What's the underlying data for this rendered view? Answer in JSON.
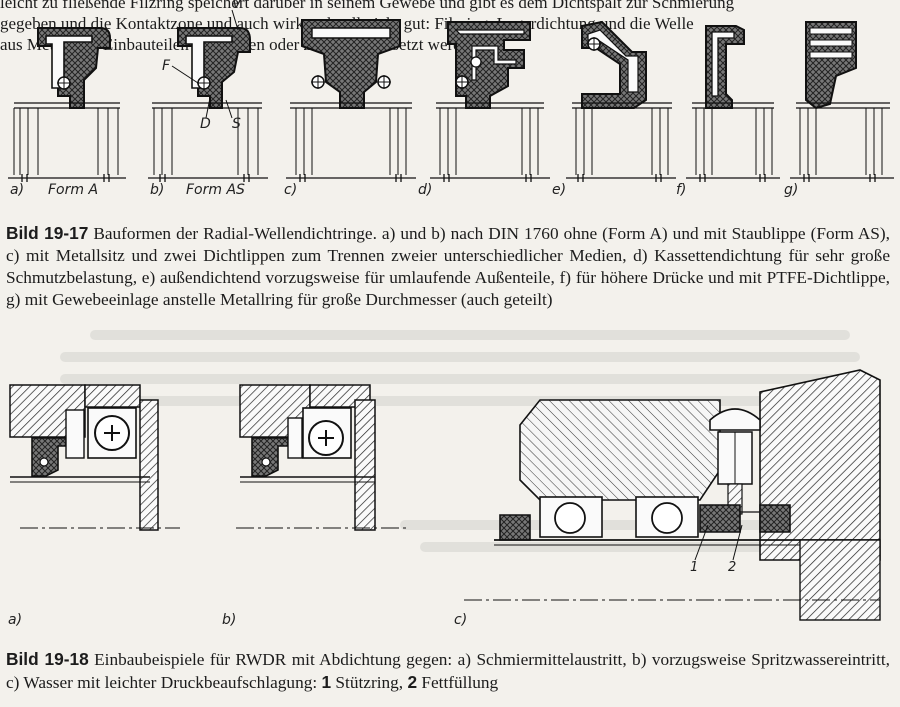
{
  "top_text": {
    "lines": [
      "leicht zu fließende Filzring speichert darüber in seinem Gewebe und gibt es dem Dichtspalt zur Schmierung",
      "gegeben und die Kontaktzone und auch wirkt schnell nicht gut: Filzring, Lagerdichtung und die Welle",
      "aus Metallring Einbauteilen vermieden oder zusammengesetzt werden"
    ]
  },
  "figure_19_17": {
    "parts": [
      {
        "letter": "a)",
        "form": "Form A"
      },
      {
        "letter": "b)",
        "form": "Form AS"
      },
      {
        "letter": "c)",
        "form": ""
      },
      {
        "letter": "d)",
        "form": ""
      },
      {
        "letter": "e)",
        "form": ""
      },
      {
        "letter": "f)",
        "form": ""
      },
      {
        "letter": "g)",
        "form": ""
      }
    ],
    "callouts": {
      "v": "V",
      "f": "F",
      "d": "D",
      "s": "S"
    }
  },
  "caption_19_17": {
    "label": "Bild 19-17",
    "text": " Bauformen der Radial-Wellendichtringe. a) und b) nach DIN 1760 ohne (Form A) und mit Staublippe (Form AS), c) mit Metallsitz und zwei Dichtlippen zum Trennen zweier unterschiedlicher Medien, d) Kassettendichtung für sehr große Schmutzbelastung, e) außendichtend vorzugsweise für umlaufende Außenteile, f) für höhere Drücke und mit PTFE-Dichtlippe, g) mit Gewebeeinlage anstelle Metallring für große Durchmesser (auch geteilt)"
  },
  "figure_19_18": {
    "parts": [
      "a)",
      "b)",
      "c)"
    ],
    "callouts": [
      "1",
      "2"
    ]
  },
  "caption_19_18": {
    "label": "Bild 19-18",
    "text_a": " Einbaubeispiele für RWDR mit Abdichtung gegen: a) Schmiermittelaustritt, b) vorzugsweise Spritzwassereintritt, c) Wasser mit leichter Druckbeaufschlagung: ",
    "n1": "1",
    "t1": " Stützring, ",
    "n2": "2",
    "t2": " Fettfüllung"
  }
}
